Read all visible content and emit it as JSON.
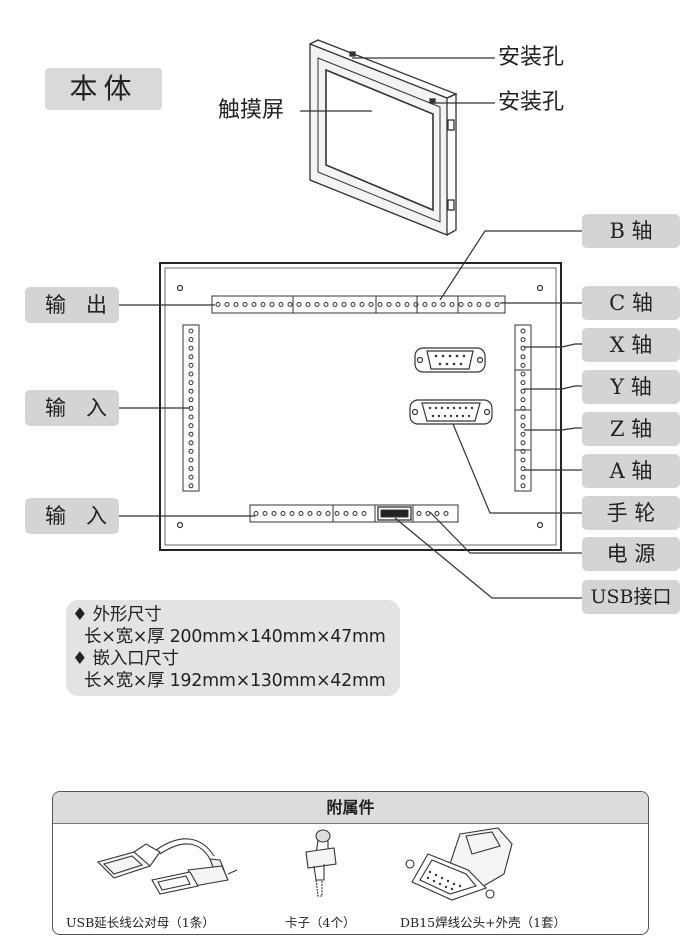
{
  "main_title": "本体",
  "top_labels": {
    "touchscreen": "触摸屏",
    "mount_hole_1": "安装孔",
    "mount_hole_2": "安装孔"
  },
  "left_tags": {
    "output": "输出",
    "input_1": "输入",
    "input_2": "输入"
  },
  "right_tags": {
    "b_axis": "B 轴",
    "c_axis": "C 轴",
    "x_axis": "X 轴",
    "y_axis": "Y 轴",
    "z_axis": "Z 轴",
    "a_axis": "A 轴",
    "handwheel": "手 轮",
    "power": "电 源",
    "usb": "USB接口"
  },
  "dimensions": {
    "outer_title": "♦ 外形尺寸",
    "outer_value": "长×宽×厚 200mm×140mm×47mm",
    "cutout_title": "♦ 嵌入口尺寸",
    "cutout_value": "长×宽×厚 192mm×130mm×42mm"
  },
  "accessories": {
    "title": "附属件",
    "items": [
      {
        "label": "USB延长线公对母（1条）",
        "icon": "usb-cable-icon"
      },
      {
        "label": "卡子（4个）",
        "icon": "clip-icon"
      },
      {
        "label": "DB15焊线公头+外壳（1套）",
        "icon": "db15-connector-icon"
      }
    ]
  }
}
